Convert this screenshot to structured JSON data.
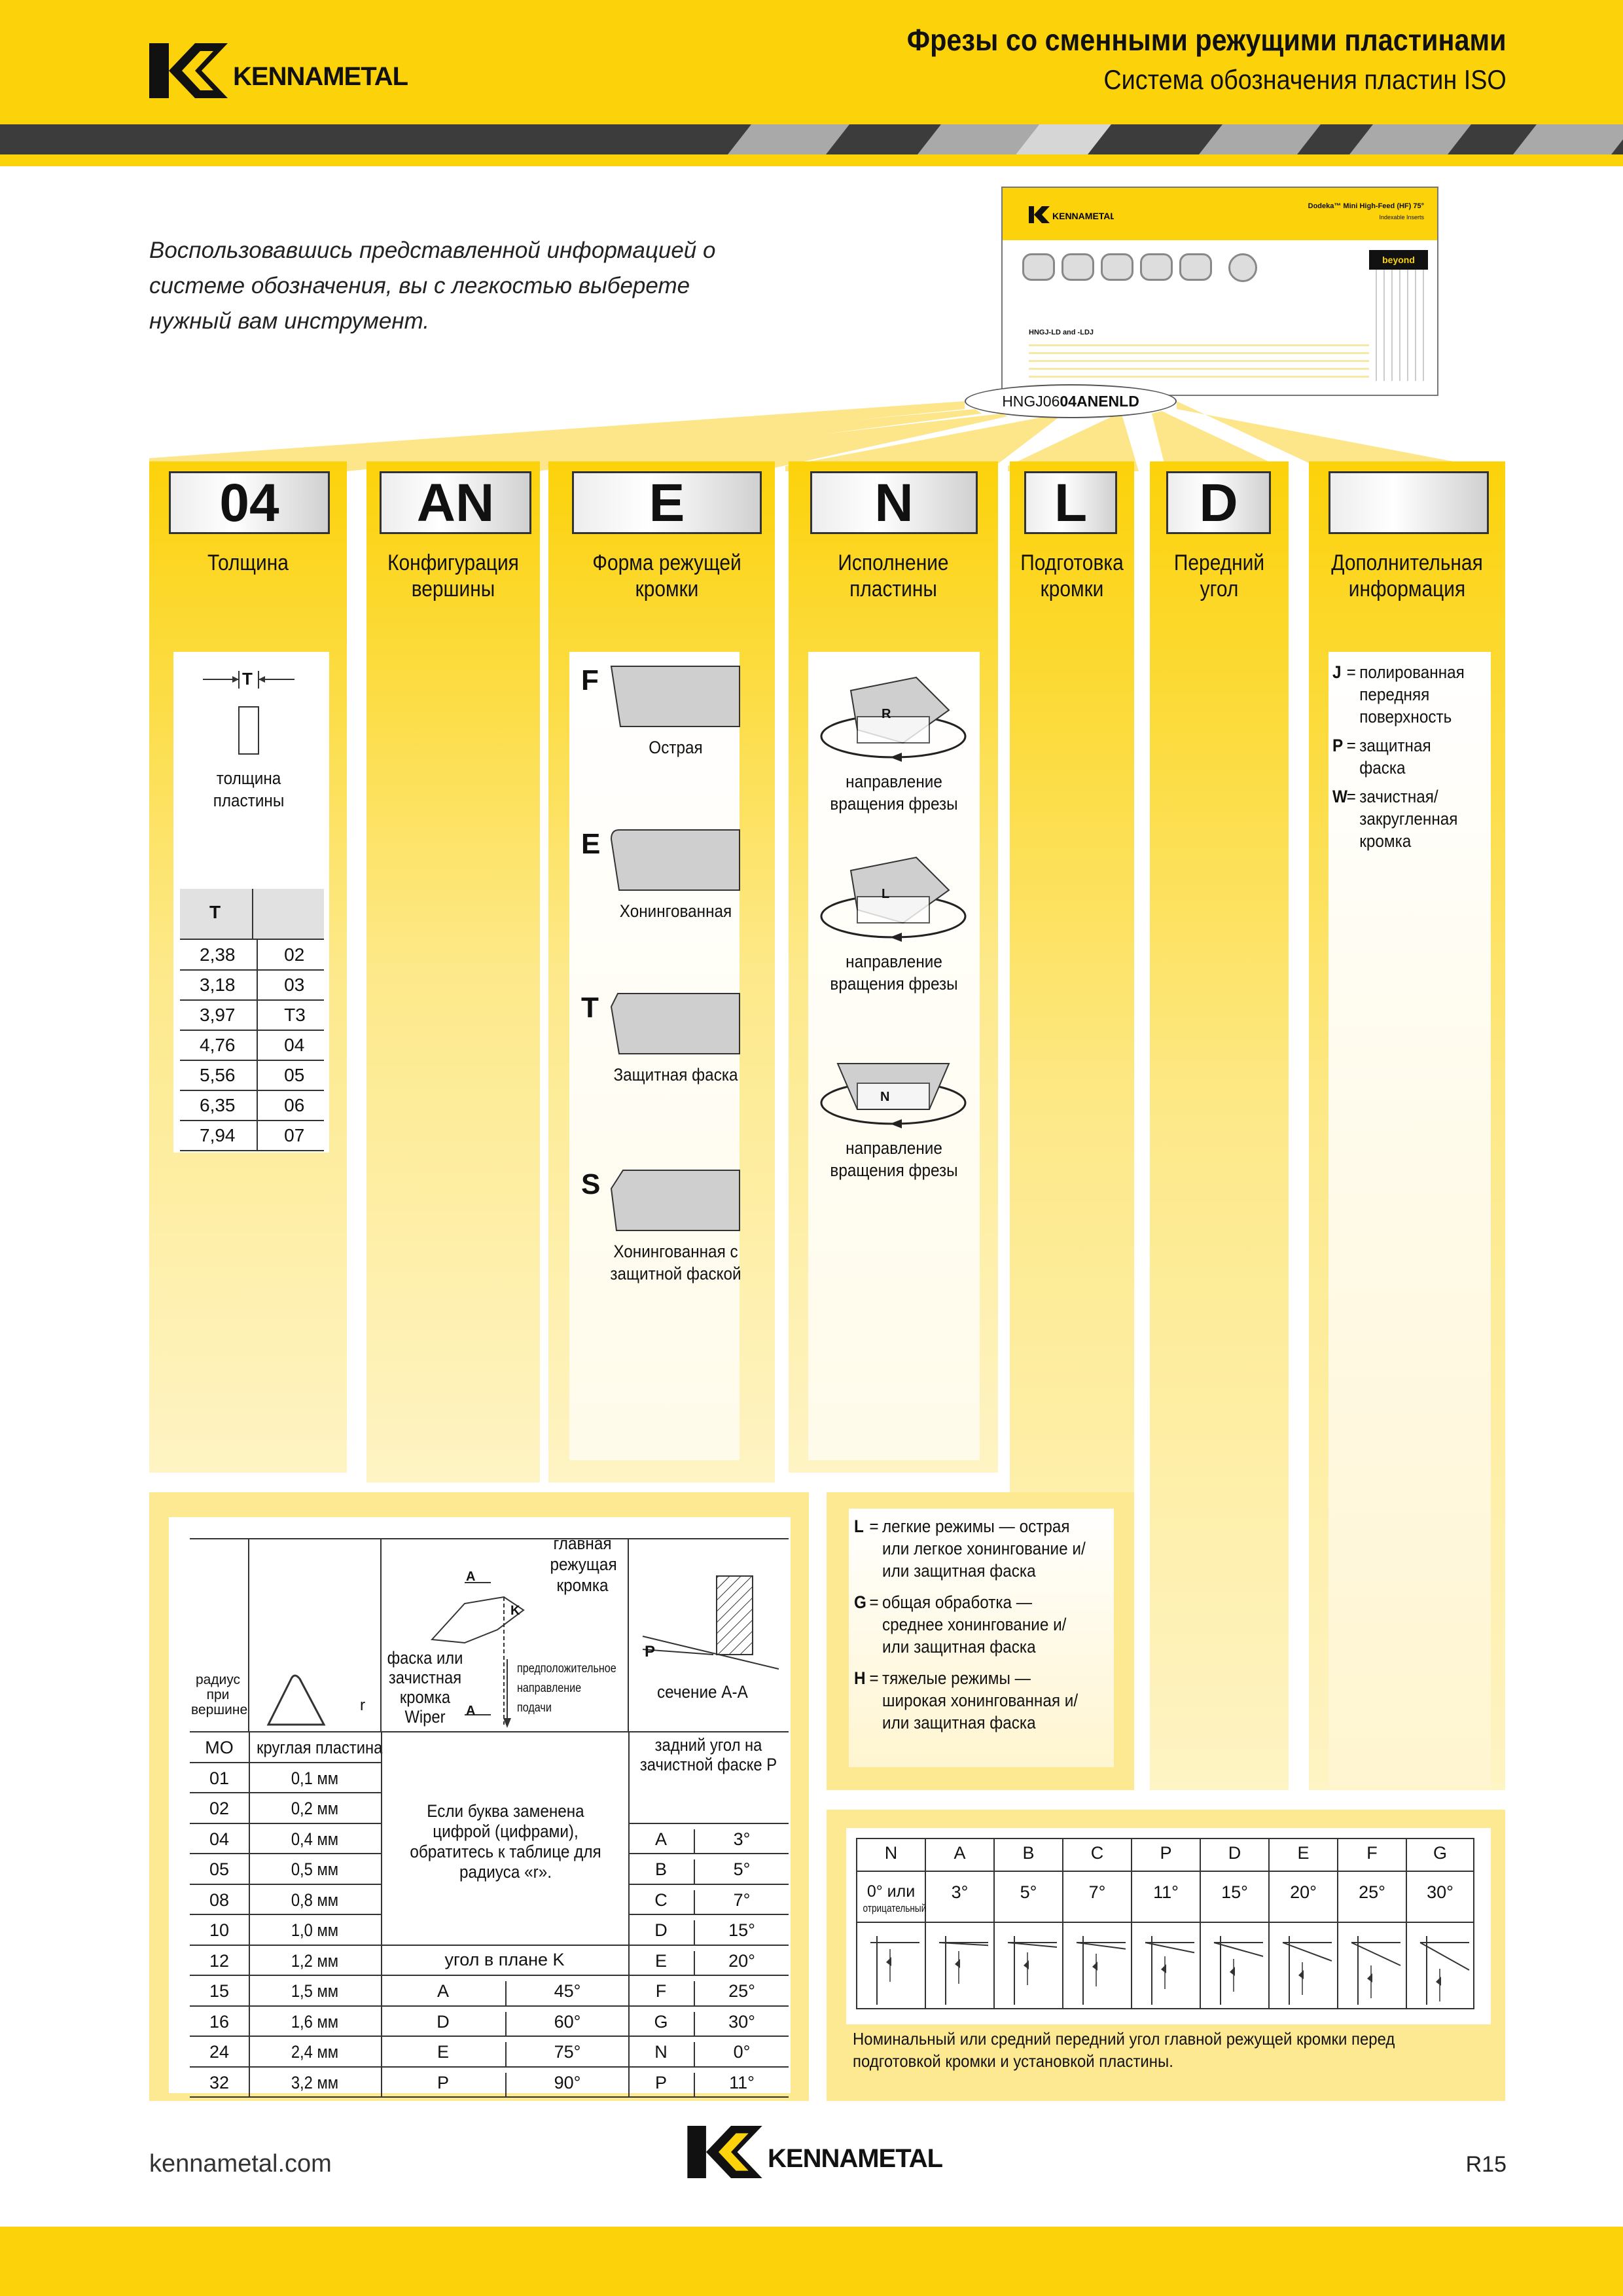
{
  "header": {
    "brand": "KENNAMETAL",
    "title": "Фрезы со сменными режущими пластинами",
    "subtitle": "Система обозначения пластин ISO"
  },
  "intro": "Воспользовавшись представленной информацией о системе обозначения, вы с легкостью выберете нужный вам инструмент.",
  "example_code": {
    "prefix": "HNGJ06",
    "bold": "04ANENLD"
  },
  "thumbnail": {
    "title": "Dodeka™ Mini High-Feed (HF) 75°",
    "subtitle": "Indexable Inserts",
    "caption": "HNGJ-LD and -LDJ",
    "badge": "beyond"
  },
  "columns": [
    {
      "code": "04",
      "label": "Толщина"
    },
    {
      "code": "AN",
      "label": "Конфигурация вершины"
    },
    {
      "code": "E",
      "label": "Форма режущей кромки"
    },
    {
      "code": "N",
      "label": "Исполнение пластины"
    },
    {
      "code": "L",
      "label": "Подготовка кромки"
    },
    {
      "code": "D",
      "label": "Передний угол"
    },
    {
      "code": "",
      "label": "Дополнительная информация"
    }
  ],
  "thickness": {
    "symbol": "T",
    "caption": "толщина пластины",
    "header": "T",
    "rows": [
      [
        "2,38",
        "02"
      ],
      [
        "3,18",
        "03"
      ],
      [
        "3,97",
        "T3"
      ],
      [
        "4,76",
        "04"
      ],
      [
        "5,56",
        "05"
      ],
      [
        "6,35",
        "06"
      ],
      [
        "7,94",
        "07"
      ]
    ]
  },
  "edge_forms": [
    {
      "letter": "F",
      "text": "Острая"
    },
    {
      "letter": "E",
      "text": "Хонингованная"
    },
    {
      "letter": "T",
      "text": "Защитная фаска"
    },
    {
      "letter": "S",
      "text": "Хонингованная с защитной фаской"
    }
  ],
  "execution": [
    {
      "letter": "R",
      "text": "направление вращения фрезы"
    },
    {
      "letter": "L",
      "text": "направление вращения фрезы"
    },
    {
      "letter": "N",
      "text": "направление вращения фрезы"
    }
  ],
  "additional": [
    {
      "key": "J",
      "text": "полированная передняя поверхность"
    },
    {
      "key": "P",
      "text": "защитная фаска"
    },
    {
      "key": "W",
      "text": "зачистная/ закругленная кромка"
    }
  ],
  "edge_prep": [
    {
      "key": "L",
      "text": "легкие режимы — острая или легкое хонингование и/или защитная фаска"
    },
    {
      "key": "G",
      "text": "общая обработка — среднее хонингование и/или защитная фаска"
    },
    {
      "key": "H",
      "text": "тяжелые режимы — широкая хонингованная и/или защитная фаска"
    }
  ],
  "radius_table": {
    "radius_label": "радиус при вершине",
    "r_label": "r",
    "main_edge": "главная режущая кромка",
    "wiper": "фаска или зачистная кромка Wiper",
    "feed": "предположительное направление подачи",
    "section": "сечение A-A",
    "a_label": "A",
    "k_label": "K",
    "p_label": "P",
    "note": "Если буква заменена цифрой (цифрами), обратитесь к таблице для радиуса «r».",
    "clearance_label": "задний угол на зачистной фаске P",
    "plan_label": "угол в плане K",
    "round_code": "MO",
    "round_text": "круглая пластина",
    "radii": [
      [
        "01",
        "0,1 мм"
      ],
      [
        "02",
        "0,2 мм"
      ],
      [
        "04",
        "0,4 мм"
      ],
      [
        "05",
        "0,5 мм"
      ],
      [
        "08",
        "0,8 мм"
      ],
      [
        "10",
        "1,0 мм"
      ],
      [
        "12",
        "1,2 мм"
      ],
      [
        "15",
        "1,5 мм"
      ],
      [
        "16",
        "1,6 мм"
      ],
      [
        "24",
        "2,4 мм"
      ],
      [
        "32",
        "3,2 мм"
      ]
    ],
    "plan_angles": [
      [
        "A",
        "45°"
      ],
      [
        "D",
        "60°"
      ],
      [
        "E",
        "75°"
      ],
      [
        "P",
        "90°"
      ]
    ],
    "clearance": [
      [
        "A",
        "3°"
      ],
      [
        "B",
        "5°"
      ],
      [
        "C",
        "7°"
      ],
      [
        "D",
        "15°"
      ],
      [
        "E",
        "20°"
      ],
      [
        "F",
        "25°"
      ],
      [
        "G",
        "30°"
      ],
      [
        "N",
        "0°"
      ],
      [
        "P",
        "11°"
      ]
    ]
  },
  "rake": {
    "letters": [
      "N",
      "A",
      "B",
      "C",
      "P",
      "D",
      "E",
      "F",
      "G"
    ],
    "angles": [
      "0° или",
      "3°",
      "5°",
      "7°",
      "11°",
      "15°",
      "20°",
      "25°",
      "30°"
    ],
    "negative": "отрицательный",
    "note": "Номинальный или средний передний угол главной режущей кромки перед подготовкой кромки и установкой пластины."
  },
  "footer": {
    "url": "kennametal.com",
    "page": "R15",
    "brand": "KENNAMETAL"
  }
}
